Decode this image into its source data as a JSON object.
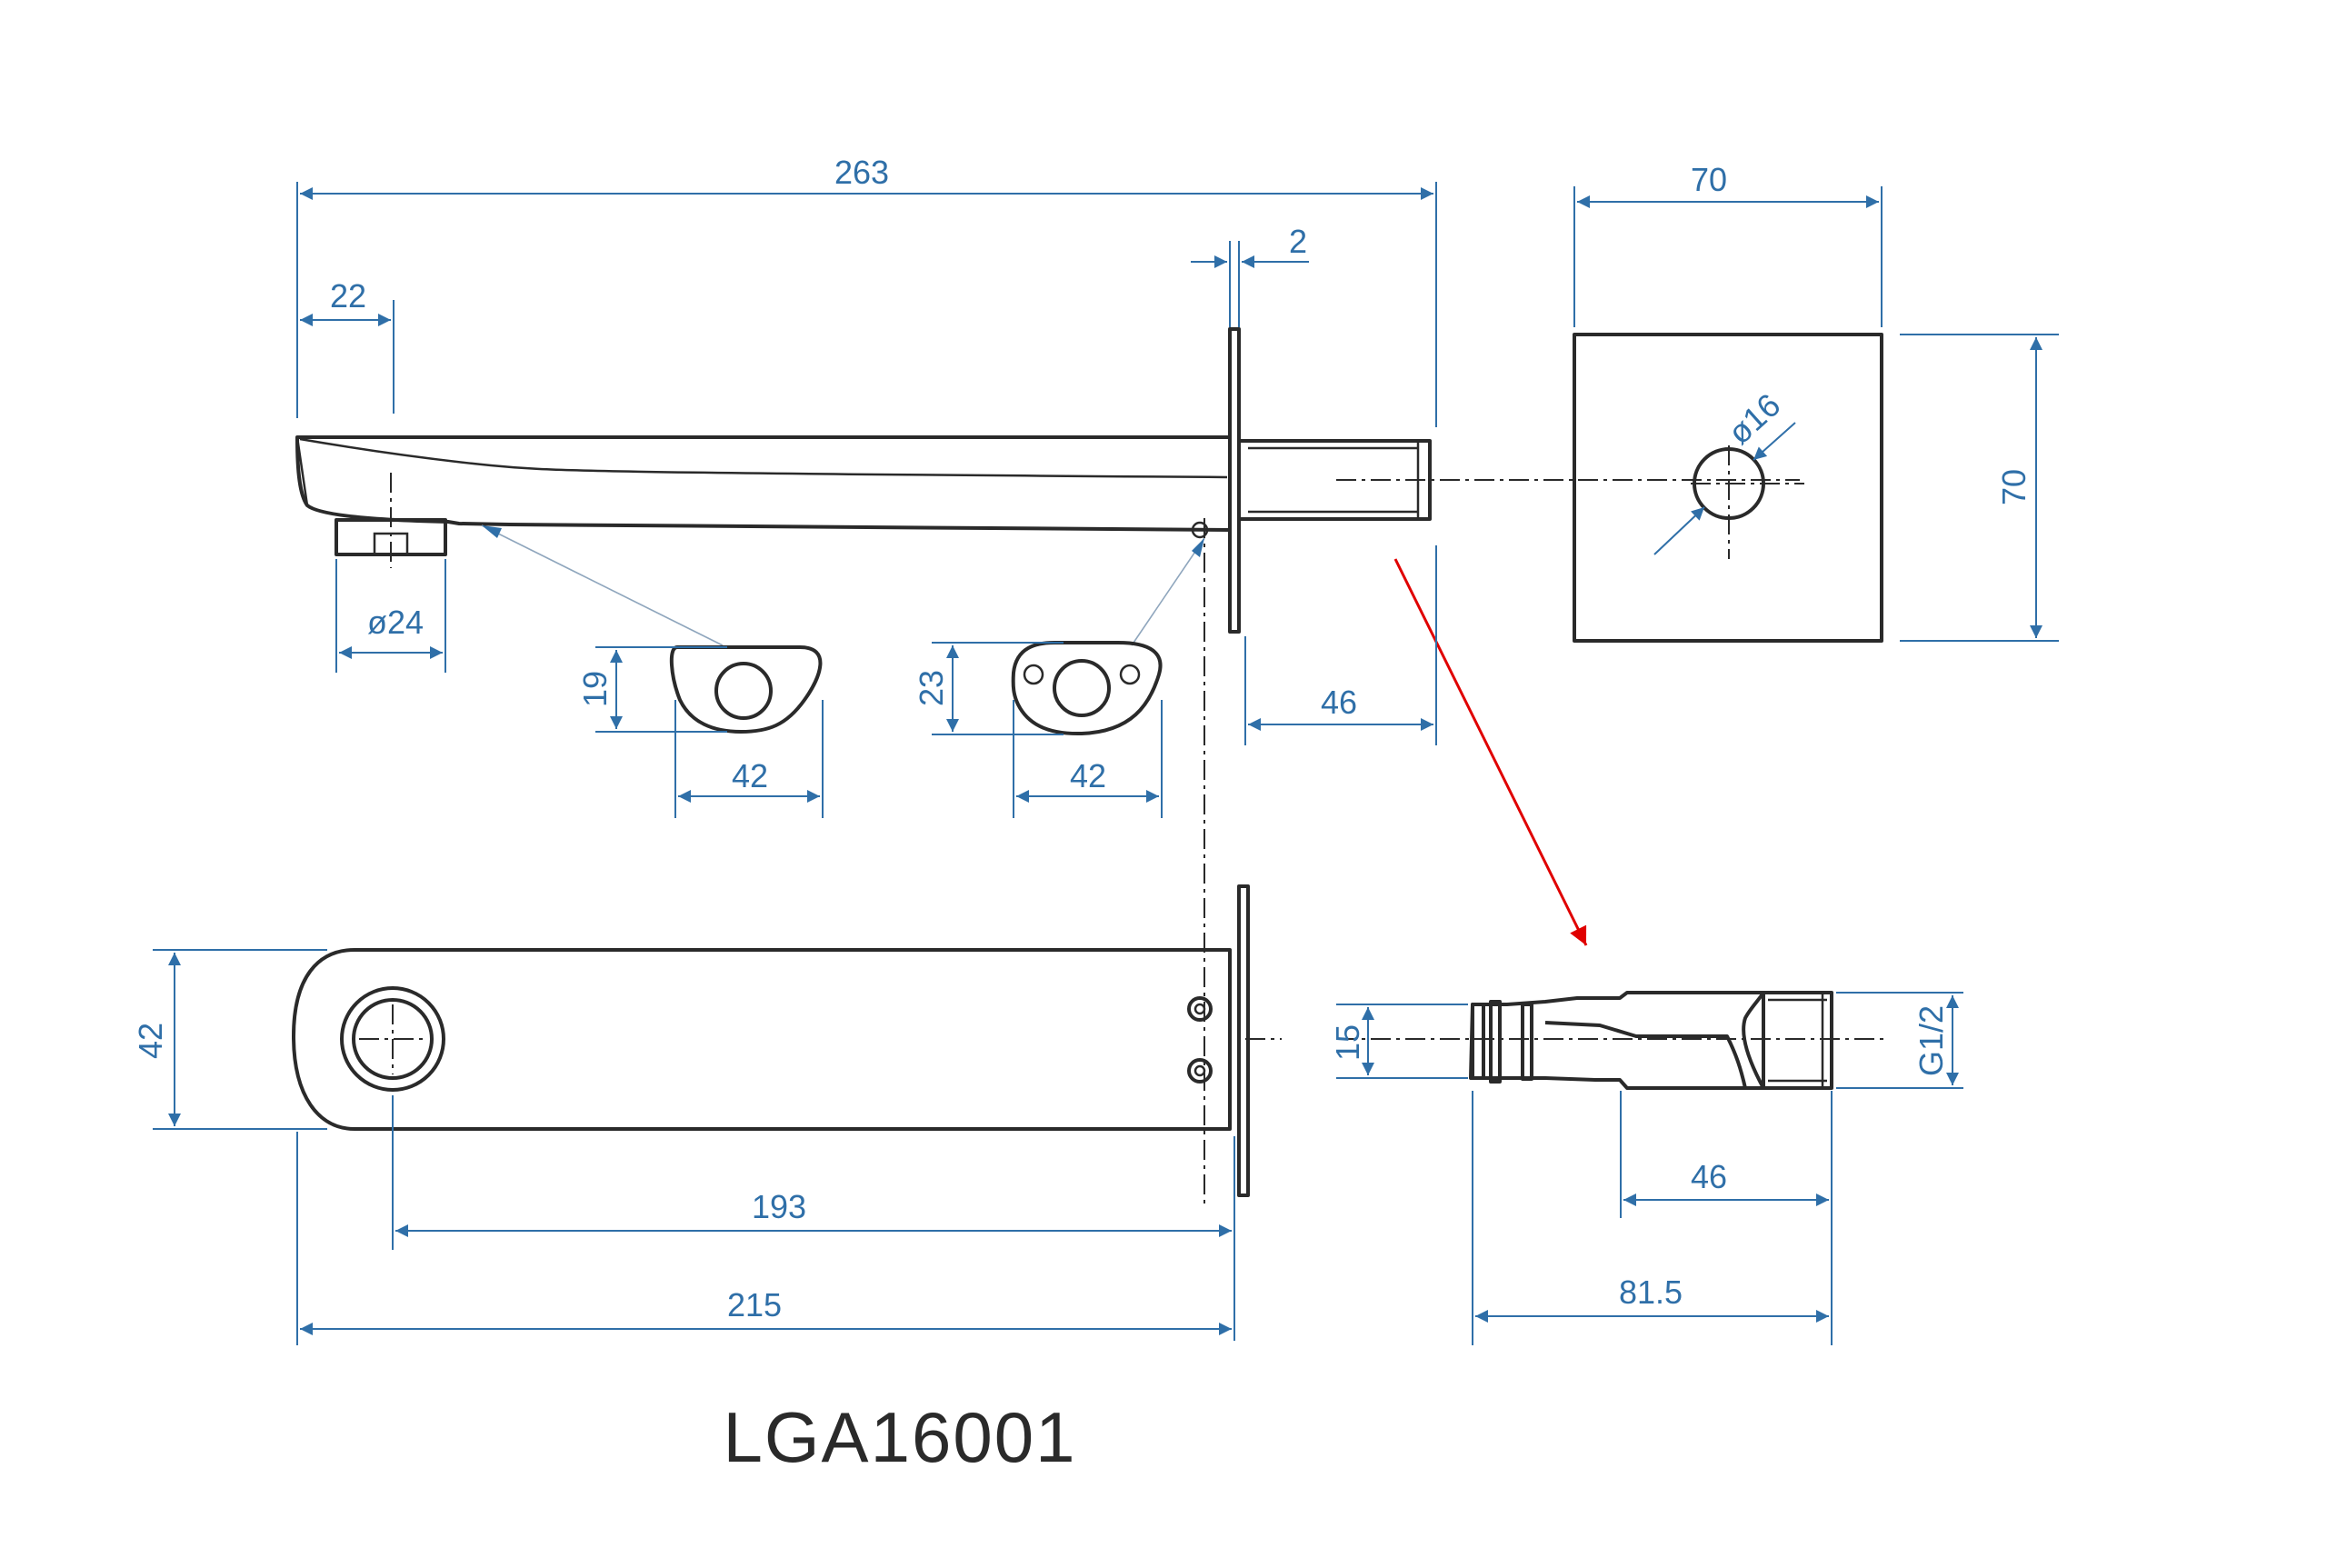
{
  "title": "LGA16001",
  "colors": {
    "outline": "#2a2a2a",
    "dimension": "#2f6fa8",
    "callout_arrow": "#e00000",
    "hatch": "#8a3a2a"
  },
  "dimensions": {
    "overall_length": "263",
    "outlet_offset": "22",
    "flange_thickness": "2",
    "outlet_diameter": "ø24",
    "section_1_height": "19",
    "section_1_width": "42",
    "section_2_height": "23",
    "section_2_width": "42",
    "wall_projection": "46",
    "plate_width": "70",
    "plate_height": "70",
    "plate_hole": "ø16",
    "body_height": "42",
    "outlet_to_wall": "193",
    "body_length": "215",
    "connector_diameter": "15",
    "connector_thread": "G1/2",
    "connector_thread_length": "46",
    "connector_length": "81.5"
  }
}
